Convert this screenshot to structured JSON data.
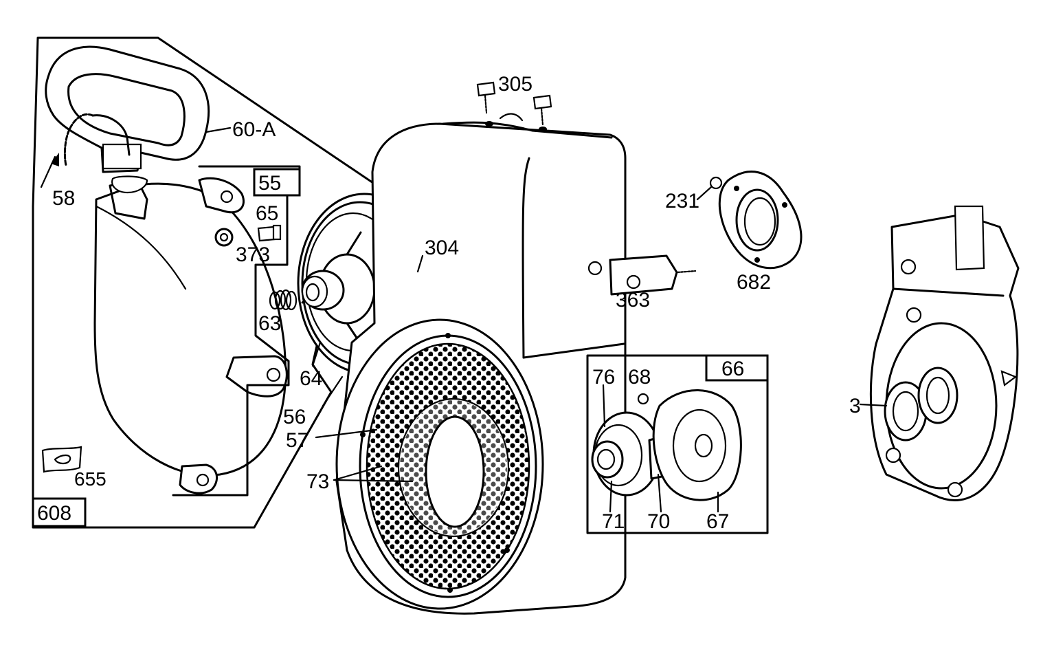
{
  "callouts": {
    "c305": "305",
    "c60a": "60-A",
    "c58": "58",
    "c55": "55",
    "c65": "65",
    "c373": "373",
    "c63": "63",
    "c304": "304",
    "c64": "64",
    "c56": "56",
    "c57": "57",
    "c73": "73",
    "c655": "655",
    "c608": "608",
    "c231": "231",
    "c682": "682",
    "c363": "363",
    "c66": "66",
    "c76": "76",
    "c68": "68",
    "c71": "71",
    "c70": "70",
    "c67": "67",
    "c3": "3"
  }
}
